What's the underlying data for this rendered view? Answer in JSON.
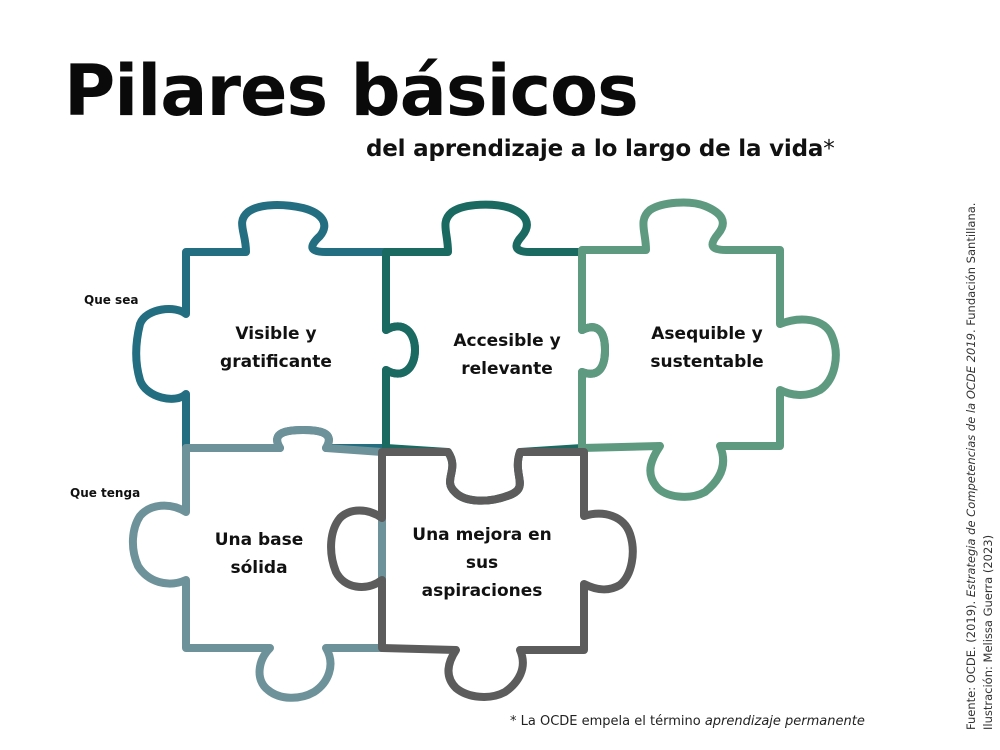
{
  "title": "Pilares básicos",
  "subtitle": "del aprendizaje a lo largo de la vida",
  "subtitle_mark": "*",
  "rows": [
    {
      "label": "Que sea"
    },
    {
      "label": "Que tenga"
    }
  ],
  "pieces": [
    {
      "lines": [
        "Visible y",
        "gratificante"
      ],
      "color": "#236e80"
    },
    {
      "lines": [
        "Accesible y",
        "relevante"
      ],
      "color": "#1a6a62"
    },
    {
      "lines": [
        "Asequible y",
        "sustentable"
      ],
      "color": "#5e9a80"
    },
    {
      "lines": [
        "Una base",
        "sólida"
      ],
      "color": "#6e929a"
    },
    {
      "lines": [
        "Una mejora en",
        "sus",
        "aspiraciones"
      ],
      "color": "#5c5c5c"
    }
  ],
  "footnote": {
    "prefix": "* La OCDE empela el término ",
    "emphasis": "aprendizaje permanente"
  },
  "credits": {
    "source_prefix": "Fuente: OCDE. (2019). ",
    "source_title": "Estrategia de Competencias de la OCDE 2019",
    "source_suffix": ". Fundación Santillana.",
    "illustration": "Ilustración: Melissa Guerra (2023)"
  }
}
